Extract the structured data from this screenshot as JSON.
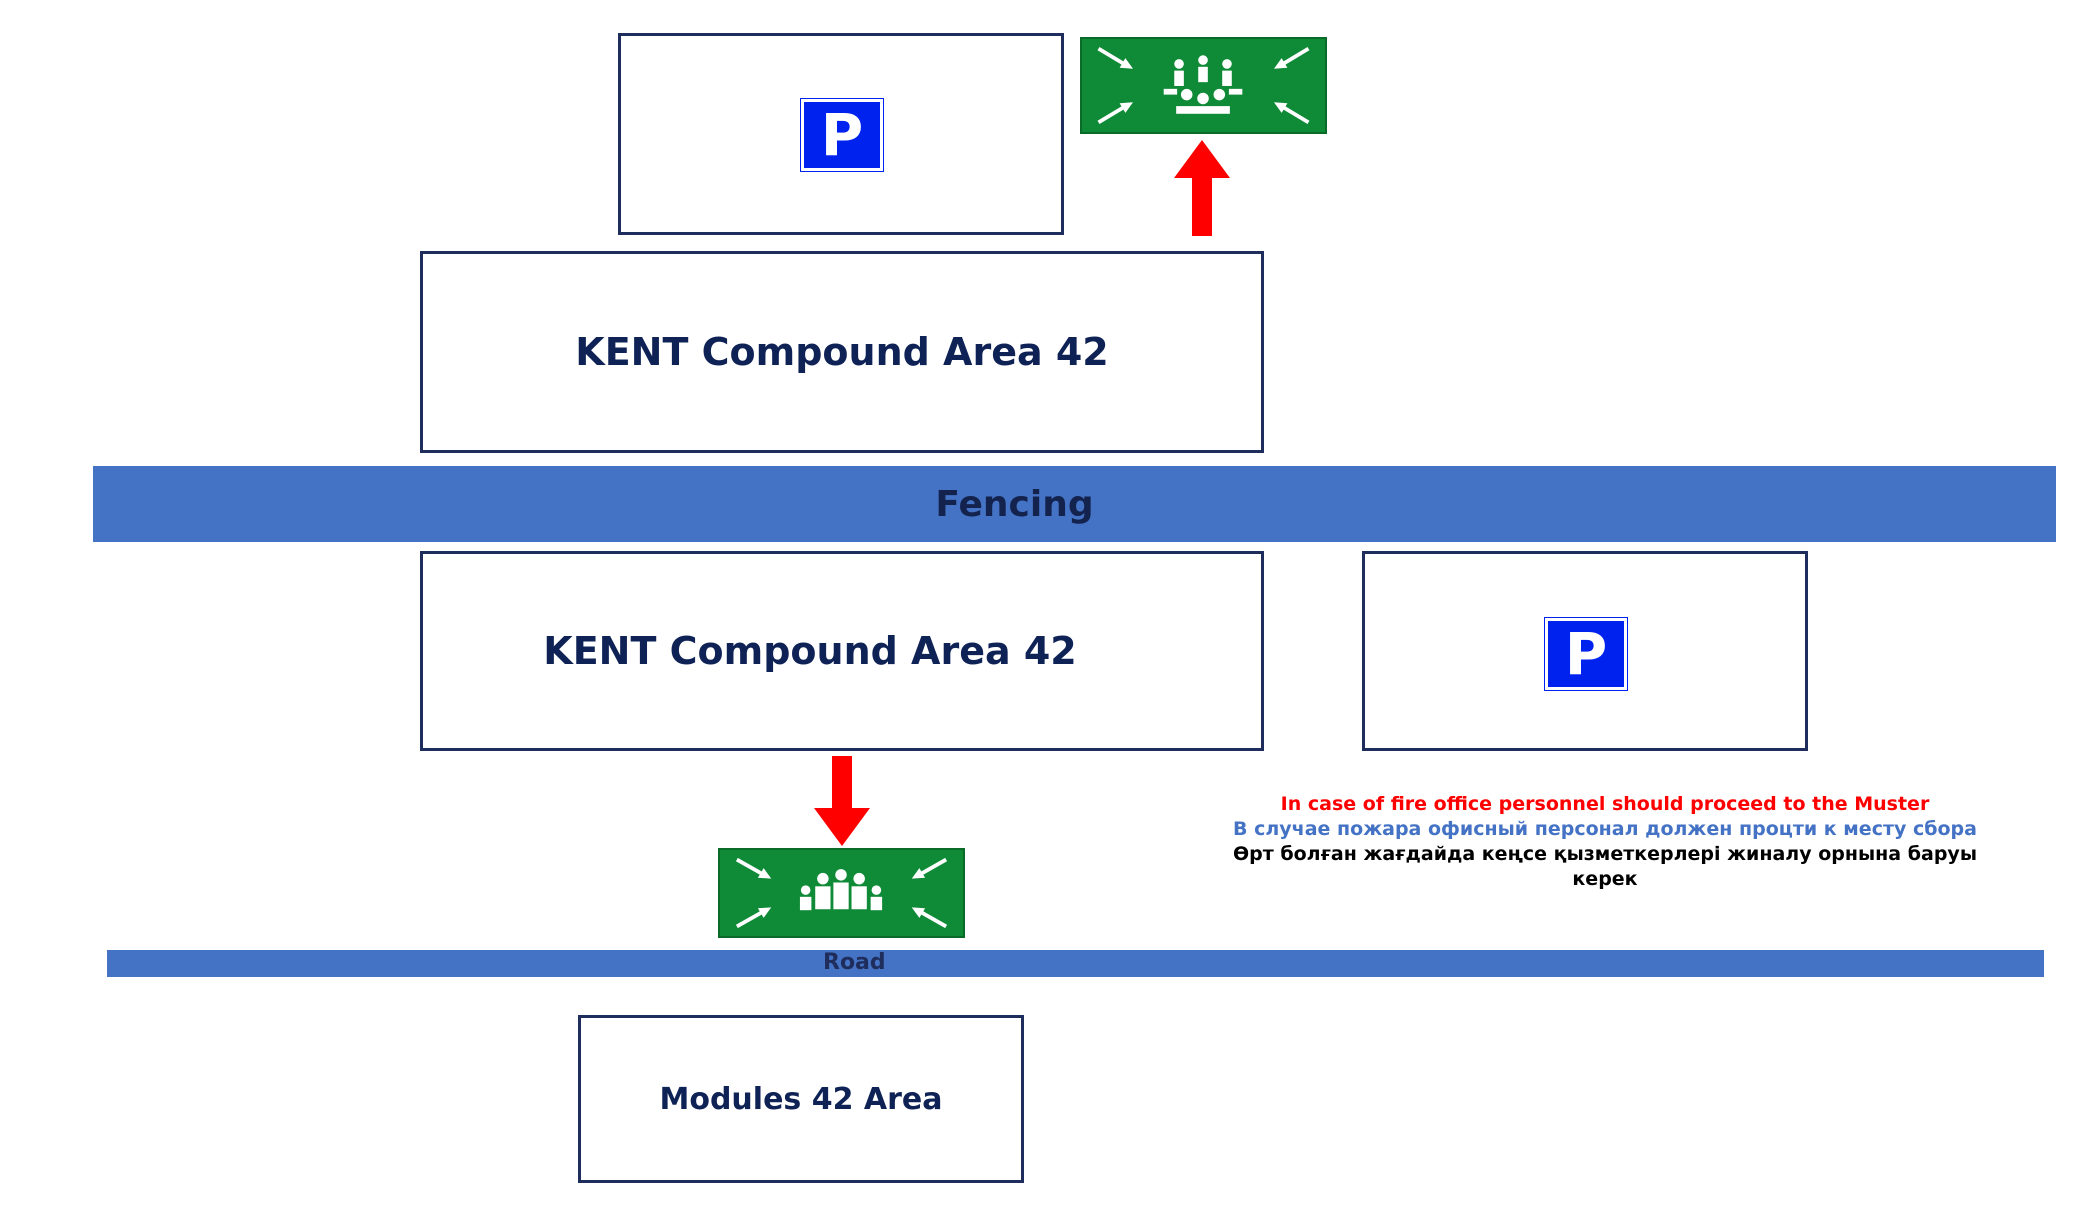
{
  "diagram": {
    "upper_compound": {
      "label": "KENT Compound Area 42"
    },
    "lower_compound": {
      "label": "KENT Compound Area 42"
    },
    "parking_top": {
      "symbol": "P",
      "icon": "parking-sign-icon"
    },
    "parking_right": {
      "symbol": "P",
      "icon": "parking-sign-icon"
    },
    "fencing": {
      "label": "Fencing"
    },
    "road": {
      "label": "Road"
    },
    "modules": {
      "label": "Modules 42 Area"
    },
    "muster_points": [
      {
        "icon": "assembly-point-icon"
      },
      {
        "icon": "assembly-point-icon"
      }
    ],
    "instructions": {
      "english": "In case of fire office personnel should proceed to the Muster",
      "russian": "В случае пожара офисный персонал должен процти к месту сбора",
      "kazakh_line1": "Өрт болған жағдайда кеңсе қызметкерлері жиналу орнына баруы",
      "kazakh_line2": "керек"
    },
    "colors": {
      "fence_band": "#4472c4",
      "label_text": "#0e2256",
      "arrow": "#ff0000",
      "muster_green": "#0f8a36",
      "parking_blue": "#0022ee",
      "english_text": "#ff0000",
      "russian_text": "#4472c4",
      "kazakh_text": "#000000"
    }
  }
}
